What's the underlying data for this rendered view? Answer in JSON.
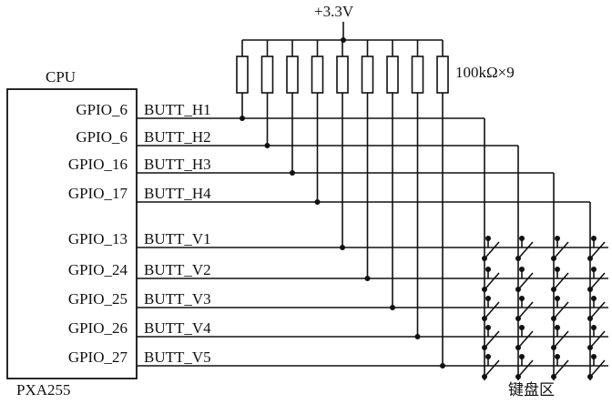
{
  "supply": {
    "label": "+3.3V"
  },
  "resistors": {
    "label": "100kΩ×9",
    "count": 9
  },
  "cpu": {
    "title": "CPU",
    "model": "PXA255"
  },
  "keypad": {
    "label": "键盘区"
  },
  "row_signals": [
    {
      "pin": "GPIO_6",
      "signal": "BUTT_H1"
    },
    {
      "pin": "GPIO_6",
      "signal": "BUTT_H2"
    },
    {
      "pin": "GPIO_16",
      "signal": "BUTT_H3"
    },
    {
      "pin": "GPIO_17",
      "signal": "BUTT_H4"
    }
  ],
  "column_signals": [
    {
      "pin": "GPIO_13",
      "signal": "BUTT_V1"
    },
    {
      "pin": "GPIO_24",
      "signal": "BUTT_V2"
    },
    {
      "pin": "GPIO_25",
      "signal": "BUTT_V3"
    },
    {
      "pin": "GPIO_26",
      "signal": "BUTT_V4"
    },
    {
      "pin": "GPIO_27",
      "signal": "BUTT_V5"
    }
  ]
}
